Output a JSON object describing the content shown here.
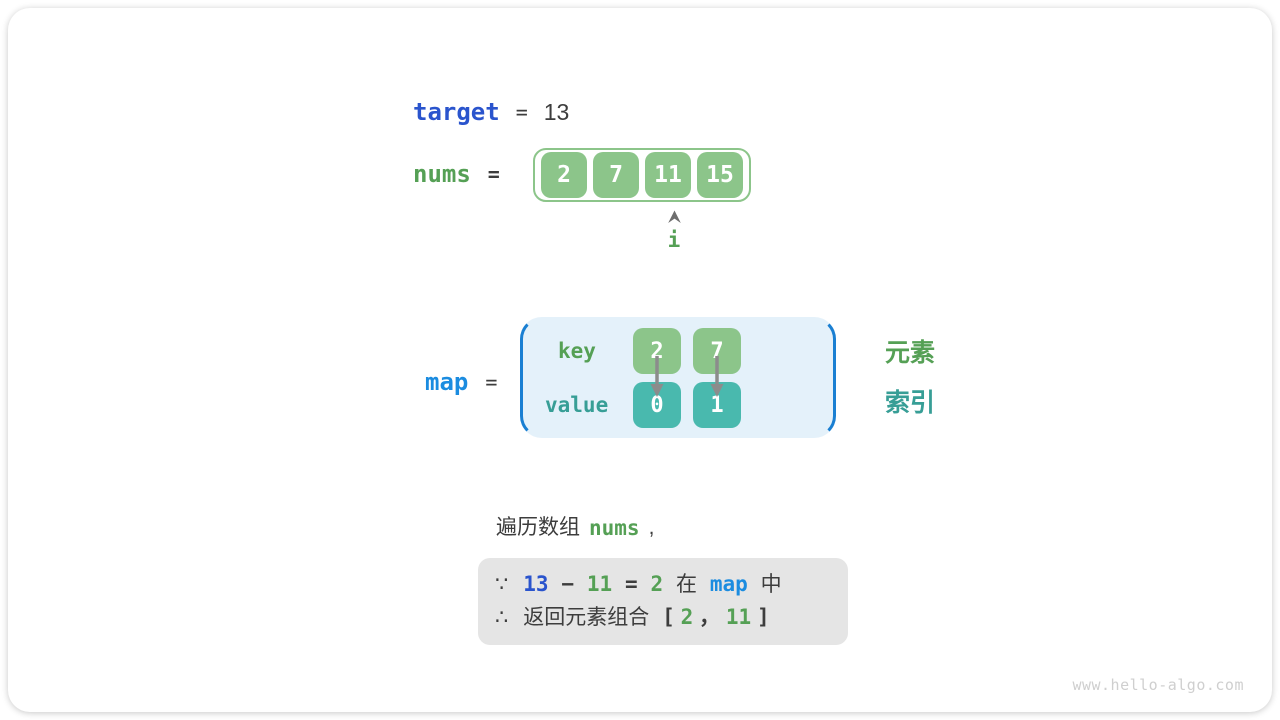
{
  "colors": {
    "royal_blue": "#2a54cd",
    "azure_blue": "#1b8ce0",
    "green_text": "#55a055",
    "teal_text": "#379e96",
    "cell_green": "#8cc58a",
    "cell_teal": "#49b9ae",
    "map_bg": "#e4f1fa",
    "bracket_blue": "#1a7fd2",
    "box_gray": "#e5e5e5",
    "dark_text": "#3d3d3d",
    "arrow_gray": "#8c8c8c"
  },
  "target": {
    "label": "target",
    "eq": "=",
    "value": "13"
  },
  "nums": {
    "label": "nums",
    "eq": "=",
    "cells": [
      "2",
      "7",
      "11",
      "15"
    ],
    "pointer_label": "i"
  },
  "map": {
    "label": "map",
    "eq": "=",
    "key_label": "key",
    "value_label": "value",
    "keys": [
      "2",
      "7"
    ],
    "values": [
      "0",
      "1"
    ]
  },
  "legend": {
    "element": "元素",
    "index": "索引"
  },
  "traverse": {
    "prefix": "遍历数组",
    "code": "nums",
    "suffix": ","
  },
  "conclusion": {
    "because": "∵",
    "b_target": "13",
    "minus": "−",
    "b_num": "11",
    "eq": "=",
    "b_result": "2",
    "zai": "在",
    "b_map": "map",
    "zhong": "中",
    "therefore": "∴",
    "t_text": "返回元素组合",
    "lbracket": "[",
    "t_v1": "2",
    "comma": "，",
    "t_v2": "11",
    "rbracket": "]"
  },
  "watermark": "www.hello-algo.com"
}
